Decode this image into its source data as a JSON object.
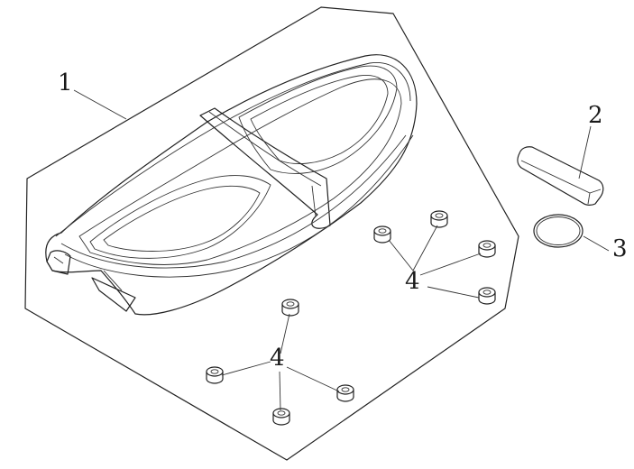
{
  "callouts": {
    "seat": "1",
    "seat_pad": "2",
    "o_ring": "3",
    "grommets_upper": "4",
    "grommets_lower": "4"
  }
}
